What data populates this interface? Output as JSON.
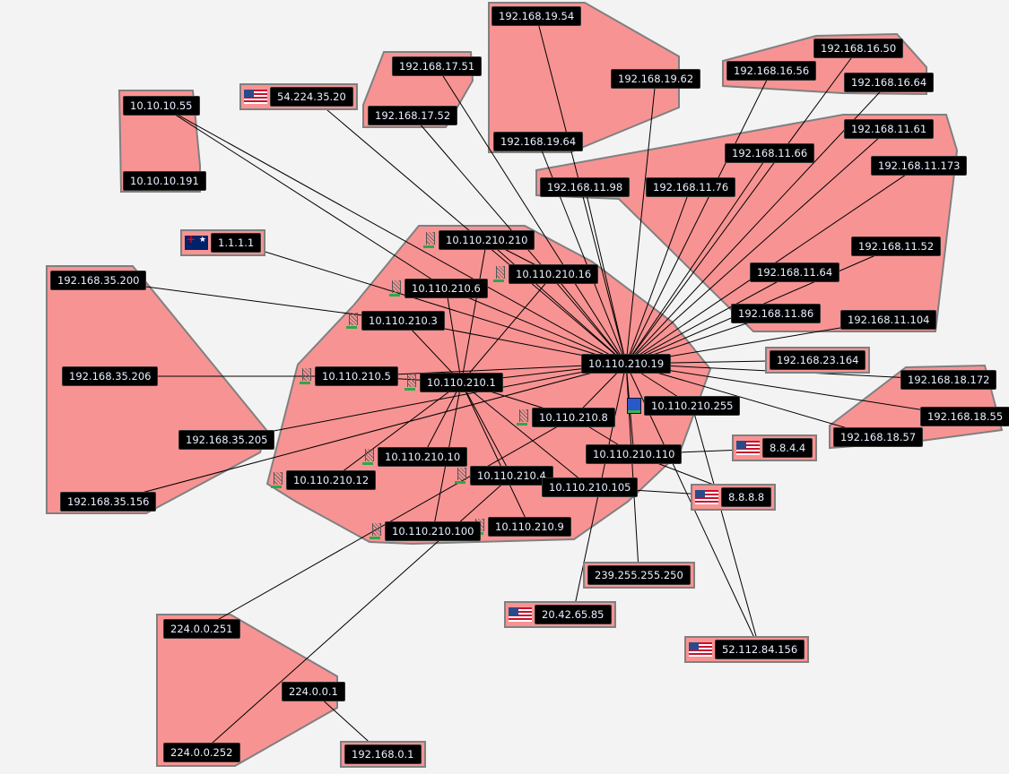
{
  "hub": "n19",
  "nodes": [
    {
      "id": "s1954",
      "label": "192.168.19.54"
    },
    {
      "id": "s1962",
      "label": "192.168.19.62"
    },
    {
      "id": "s1964",
      "label": "192.168.19.64"
    },
    {
      "id": "s1751",
      "label": "192.168.17.51"
    },
    {
      "id": "s1752",
      "label": "192.168.17.52"
    },
    {
      "id": "e54",
      "label": "54.224.35.20",
      "icon": "us-flag"
    },
    {
      "id": "t55",
      "label": "10.10.10.55"
    },
    {
      "id": "t191",
      "label": "10.10.10.191"
    },
    {
      "id": "s1656",
      "label": "192.168.16.56"
    },
    {
      "id": "s1650",
      "label": "192.168.16.50"
    },
    {
      "id": "s1664",
      "label": "192.168.16.64"
    },
    {
      "id": "s1161",
      "label": "192.168.11.61"
    },
    {
      "id": "s1166",
      "label": "192.168.11.66"
    },
    {
      "id": "s11173",
      "label": "192.168.11.173"
    },
    {
      "id": "s1198",
      "label": "192.168.11.98"
    },
    {
      "id": "s1176",
      "label": "192.168.11.76"
    },
    {
      "id": "e1111",
      "label": "1.1.1.1",
      "icon": "au-flag"
    },
    {
      "id": "n210",
      "label": "10.110.210.210",
      "icon": "tower"
    },
    {
      "id": "n16",
      "label": "10.110.210.16",
      "icon": "tower"
    },
    {
      "id": "n6",
      "label": "10.110.210.6",
      "icon": "tower"
    },
    {
      "id": "s35200",
      "label": "192.168.35.200"
    },
    {
      "id": "s1152",
      "label": "192.168.11.52"
    },
    {
      "id": "s1164",
      "label": "192.168.11.64"
    },
    {
      "id": "s1186",
      "label": "192.168.11.86"
    },
    {
      "id": "s11104",
      "label": "192.168.11.104"
    },
    {
      "id": "n3",
      "label": "10.110.210.3",
      "icon": "tower"
    },
    {
      "id": "n19",
      "label": "10.110.210.19"
    },
    {
      "id": "s23164",
      "label": "192.168.23.164",
      "boxed": true
    },
    {
      "id": "s35206",
      "label": "192.168.35.206"
    },
    {
      "id": "n5",
      "label": "10.110.210.5",
      "icon": "tower"
    },
    {
      "id": "n1",
      "label": "10.110.210.1",
      "icon": "tower"
    },
    {
      "id": "s18172",
      "label": "192.168.18.172"
    },
    {
      "id": "n255",
      "label": "10.110.210.255",
      "icon": "network"
    },
    {
      "id": "n8",
      "label": "10.110.210.8",
      "icon": "tower"
    },
    {
      "id": "s1855",
      "label": "192.168.18.55"
    },
    {
      "id": "s1857",
      "label": "192.168.18.57"
    },
    {
      "id": "s35205",
      "label": "192.168.35.205"
    },
    {
      "id": "n110",
      "label": "10.110.210.110"
    },
    {
      "id": "e8844",
      "label": "8.8.4.4",
      "icon": "us-flag"
    },
    {
      "id": "n10",
      "label": "10.110.210.10",
      "icon": "tower"
    },
    {
      "id": "n12",
      "label": "10.110.210.12",
      "icon": "tower"
    },
    {
      "id": "n4",
      "label": "10.110.210.4",
      "icon": "tower"
    },
    {
      "id": "n105",
      "label": "10.110.210.105"
    },
    {
      "id": "e8888",
      "label": "8.8.8.8",
      "icon": "us-flag"
    },
    {
      "id": "s35156",
      "label": "192.168.35.156"
    },
    {
      "id": "n9",
      "label": "10.110.210.9",
      "icon": "tower"
    },
    {
      "id": "n100",
      "label": "10.110.210.100",
      "icon": "tower"
    },
    {
      "id": "m239",
      "label": "239.255.255.250",
      "boxed": true
    },
    {
      "id": "e2042",
      "label": "20.42.65.85",
      "icon": "us-flag"
    },
    {
      "id": "e52",
      "label": "52.112.84.156",
      "icon": "us-flag"
    },
    {
      "id": "m251",
      "label": "224.0.0.251"
    },
    {
      "id": "m1",
      "label": "224.0.0.1"
    },
    {
      "id": "m252",
      "label": "224.0.0.252"
    },
    {
      "id": "g01",
      "label": "192.168.0.1",
      "boxed": true
    }
  ],
  "extra_edges": [
    [
      "s35200",
      "n3"
    ],
    [
      "s35206",
      "n5"
    ],
    [
      "n5",
      "n1"
    ],
    [
      "n3",
      "n1"
    ],
    [
      "n6",
      "n1"
    ],
    [
      "n210",
      "n1"
    ],
    [
      "n16",
      "n1"
    ],
    [
      "n210",
      "n16"
    ],
    [
      "n1",
      "n10"
    ],
    [
      "n1",
      "n12"
    ],
    [
      "n1",
      "n4"
    ],
    [
      "n1",
      "n9"
    ],
    [
      "n1",
      "n100"
    ],
    [
      "n1",
      "n105"
    ],
    [
      "n1",
      "n8"
    ],
    [
      "n8",
      "n110"
    ],
    [
      "n8",
      "m251"
    ],
    [
      "n4",
      "m252"
    ],
    [
      "m1",
      "g01"
    ],
    [
      "n110",
      "e8844"
    ],
    [
      "n110",
      "e8888"
    ],
    [
      "n105",
      "e8888"
    ],
    [
      "n255",
      "e52"
    ],
    [
      "n6",
      "t55"
    ]
  ]
}
